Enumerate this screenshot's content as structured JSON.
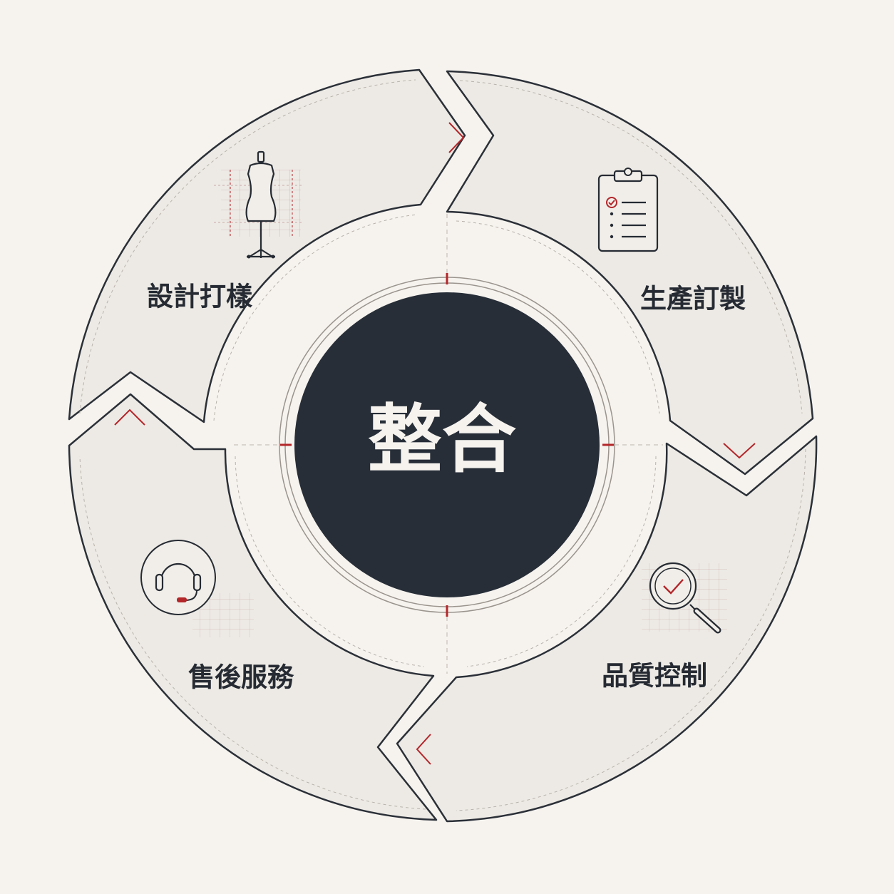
{
  "center": {
    "label": "整合"
  },
  "segments": [
    {
      "label": "設計打樣",
      "icon": "dress-form-icon"
    },
    {
      "label": "生產訂製",
      "icon": "clipboard-checklist-icon"
    },
    {
      "label": "品質控制",
      "icon": "magnifier-check-icon"
    },
    {
      "label": "售後服務",
      "icon": "headset-icon"
    }
  ],
  "colors": {
    "background": "#f6f3ef",
    "segment_fill": "#edeae5",
    "outline": "#2b3038",
    "center_fill": "#272e38",
    "accent": "#b3262a"
  }
}
